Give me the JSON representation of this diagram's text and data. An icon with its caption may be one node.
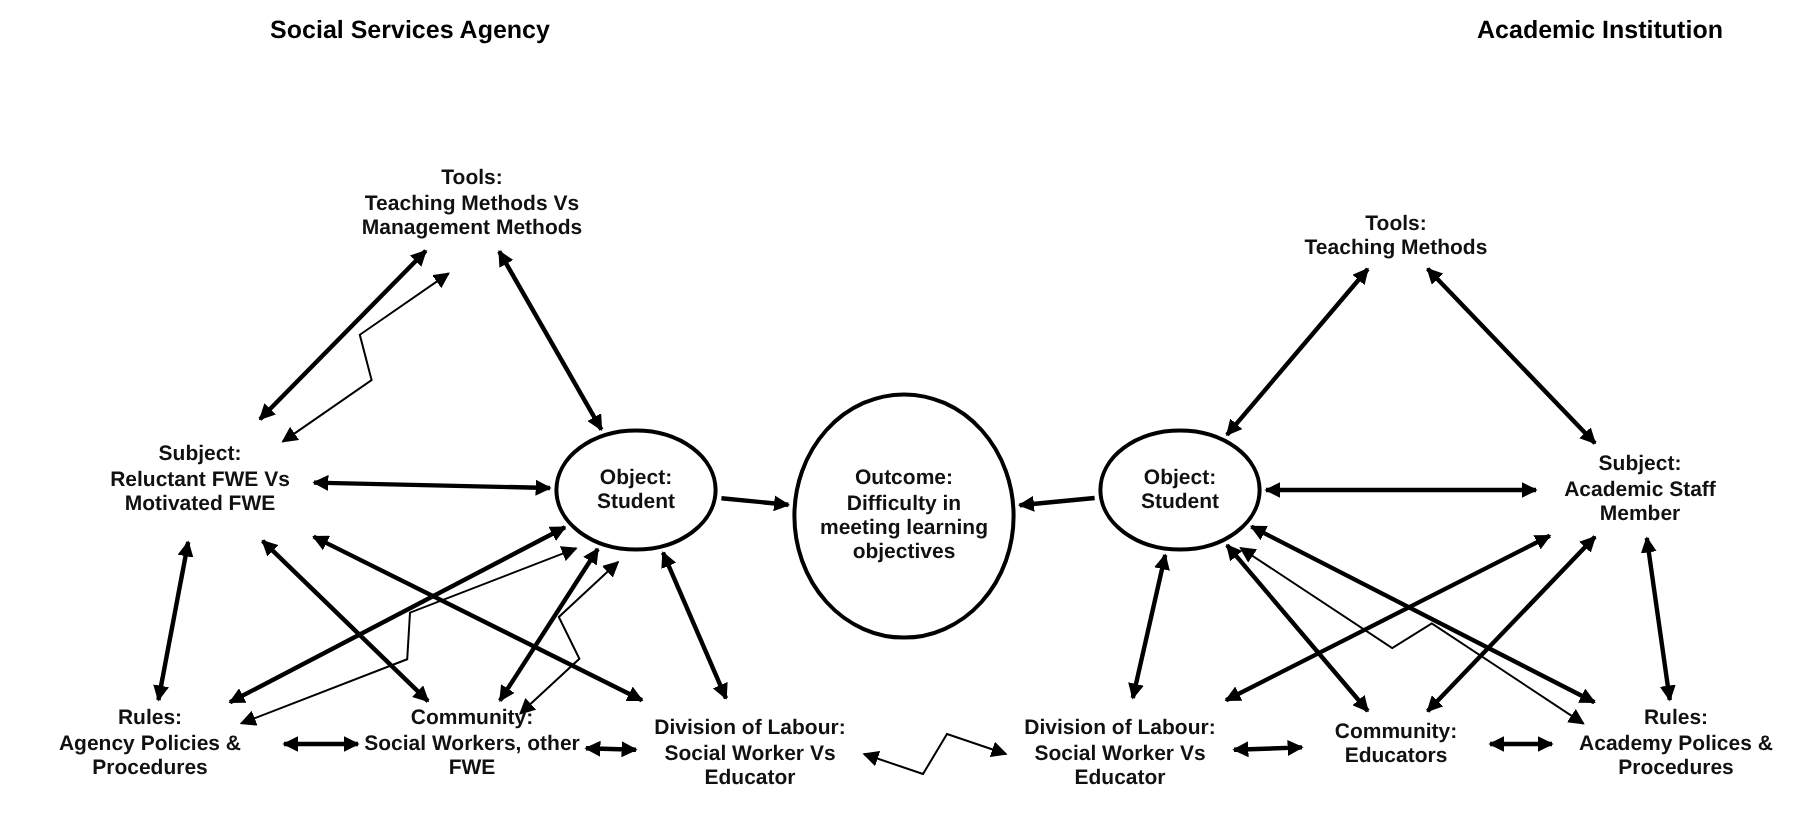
{
  "diagram": {
    "nodes": [
      {
        "text": [
          "Tools:",
          "Teaching Methods Vs Management Methods"
        ]
      },
      {
        "text": [
          "Subject:",
          "Reluctant FWE Vs Motivated FWE"
        ]
      },
      {
        "text": [
          "Object:",
          "Student"
        ]
      },
      {
        "text": [
          "Rules:",
          "Agency Policies & Procedures"
        ]
      },
      {
        "text": [
          "Community:",
          "Social Workers, other FWE"
        ]
      },
      {
        "text": [
          "Division of Labour:",
          "Social Worker Vs Educator"
        ]
      },
      {
        "text": [
          "Outcome:",
          "Difficulty in meeting learning objectives"
        ]
      },
      {
        "text": [
          "Tools:",
          "Teaching Methods"
        ]
      },
      {
        "text": [
          "Object:",
          "Student"
        ]
      },
      {
        "text": [
          "Subject:",
          "Academic Staff Member"
        ]
      },
      {
        "text": [
          "Division of Labour:",
          "Social Worker Vs Educator"
        ]
      },
      {
        "text": [
          "Community:",
          "Educators"
        ]
      },
      {
        "text": [
          "Rules:",
          "Academy Polices & Procedures"
        ]
      }
    ],
    "edges": [
      {
        "from": 0,
        "to": 1,
        "arrow": "both"
      },
      {
        "from": 0,
        "to": 2,
        "arrow": "both"
      },
      {
        "from": 0,
        "to": 1,
        "arrow": "both"
      },
      {
        "from": 1,
        "to": 2,
        "arrow": "both"
      },
      {
        "from": 1,
        "to": 3,
        "arrow": "both"
      },
      {
        "from": 1,
        "to": 4,
        "arrow": "both"
      },
      {
        "from": 1,
        "to": 5,
        "arrow": "both"
      },
      {
        "from": 2,
        "to": 3,
        "arrow": "both"
      },
      {
        "from": 2,
        "to": 4,
        "arrow": "both"
      },
      {
        "from": 2,
        "to": 5,
        "arrow": "both"
      },
      {
        "from": 3,
        "to": 2,
        "arrow": "both"
      },
      {
        "from": 4,
        "to": 2,
        "arrow": "both"
      },
      {
        "from": 3,
        "to": 4,
        "arrow": "both"
      },
      {
        "from": 4,
        "to": 5,
        "arrow": "both"
      },
      {
        "from": 2,
        "to": 6,
        "arrow": "to"
      },
      {
        "from": 8,
        "to": 6,
        "arrow": "to"
      },
      {
        "from": 5,
        "to": 10,
        "arrow": "both"
      },
      {
        "from": 7,
        "to": 8,
        "arrow": "both"
      },
      {
        "from": 7,
        "to": 9,
        "arrow": "both"
      },
      {
        "from": 8,
        "to": 9,
        "arrow": "both"
      },
      {
        "from": 8,
        "to": 10,
        "arrow": "both"
      },
      {
        "from": 8,
        "to": 11,
        "arrow": "both"
      },
      {
        "from": 8,
        "to": 12,
        "arrow": "both"
      },
      {
        "from": 8,
        "to": 12,
        "arrow": "both"
      },
      {
        "from": 9,
        "to": 10,
        "arrow": "both"
      },
      {
        "from": 9,
        "to": 11,
        "arrow": "both"
      },
      {
        "from": 9,
        "to": 12,
        "arrow": "both"
      },
      {
        "from": 10,
        "to": 11,
        "arrow": "both"
      },
      {
        "from": 11,
        "to": 12,
        "arrow": "both"
      }
    ],
    "labels": [
      "Social Services Agency",
      "Academic Institution"
    ]
  }
}
